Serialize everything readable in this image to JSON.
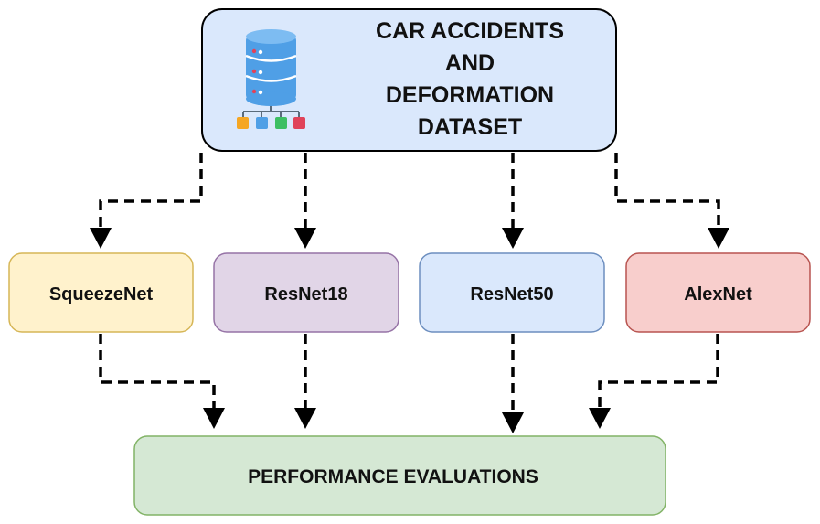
{
  "dataset": {
    "lines": [
      "CAR ACCIDENTS",
      "AND",
      "DEFORMATION",
      "DATASET"
    ],
    "fill": "#dae8fc",
    "stroke": "#000000"
  },
  "models": [
    {
      "label": "SqueezeNet",
      "fill": "#fff2cc",
      "stroke": "#d6b656"
    },
    {
      "label": "ResNet18",
      "fill": "#e1d5e7",
      "stroke": "#9673a6"
    },
    {
      "label": "ResNet50",
      "fill": "#dae8fc",
      "stroke": "#6c8ebf"
    },
    {
      "label": "AlexNet",
      "fill": "#f8cecc",
      "stroke": "#b85450"
    }
  ],
  "evaluation": {
    "label": "PERFORMANCE EVALUATIONS",
    "fill": "#d5e8d4",
    "stroke": "#82b366"
  },
  "icons": {
    "dataset": "database-network-icon"
  },
  "colors": {
    "database_body": "#4f9fe6",
    "database_top": "#7dbcf2",
    "node_orange": "#f5a623",
    "node_blue": "#4f9fe6",
    "node_green": "#3dbf63",
    "node_red": "#e0435a"
  }
}
